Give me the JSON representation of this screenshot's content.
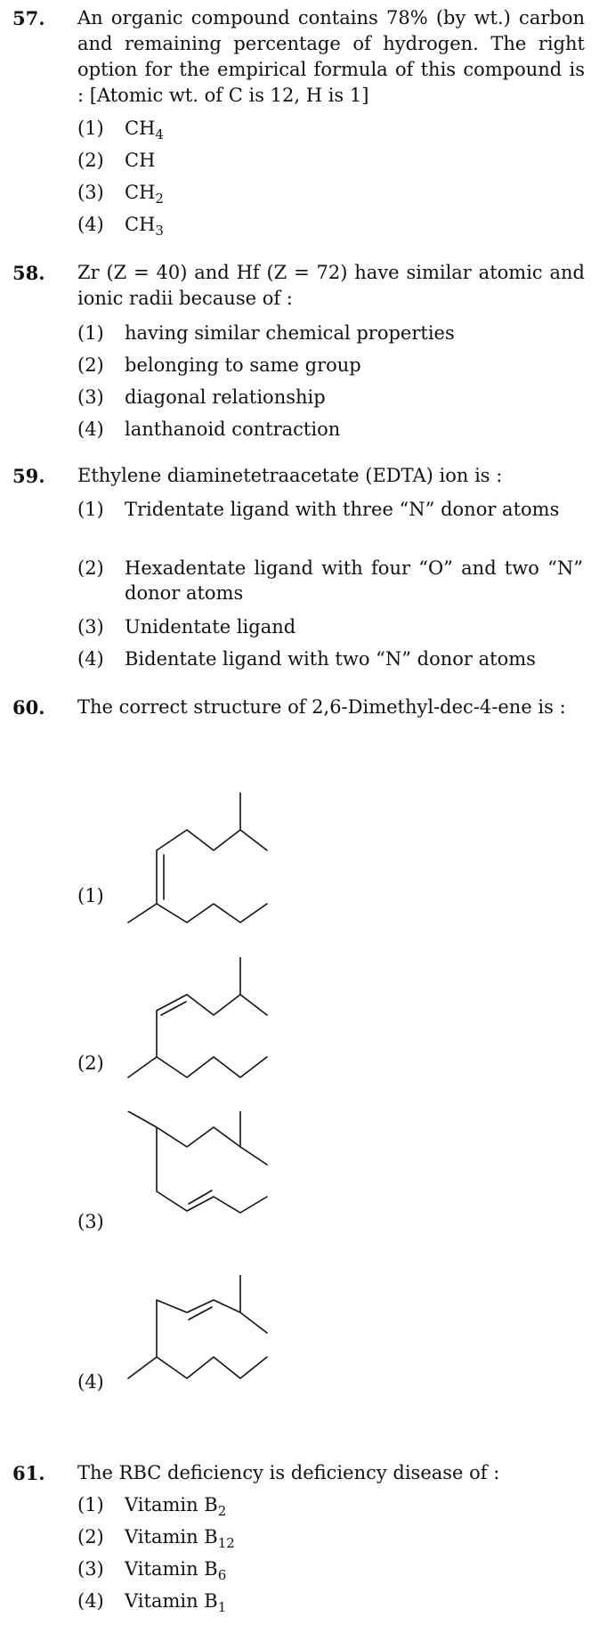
{
  "q57": {
    "number": "57.",
    "text": "An organic compound contains 78% (by wt.) carbon and remaining percentage of hydrogen. The right option for the empirical formula of this compound is : [Atomic wt. of C is 12, H is 1]",
    "options": [
      {
        "num": "(1)",
        "base": "CH",
        "sub": "4"
      },
      {
        "num": "(2)",
        "base": "CH",
        "sub": ""
      },
      {
        "num": "(3)",
        "base": "CH",
        "sub": "2"
      },
      {
        "num": "(4)",
        "base": "CH",
        "sub": "3"
      }
    ]
  },
  "q58": {
    "number": "58.",
    "text": "Zr (Z = 40) and Hf (Z = 72) have similar atomic and ionic radii because of :",
    "options": [
      {
        "num": "(1)",
        "text": "having similar chemical properties"
      },
      {
        "num": "(2)",
        "text": "belonging to same group"
      },
      {
        "num": "(3)",
        "text": "diagonal relationship"
      },
      {
        "num": "(4)",
        "text": "lanthanoid contraction"
      }
    ]
  },
  "q59": {
    "number": "59.",
    "text": "Ethylene diaminetetraacetate (EDTA) ion is :",
    "options": [
      {
        "num": "(1)",
        "text": "Tridentate ligand with three “N” donor atoms"
      },
      {
        "num": "(2)",
        "text": "Hexadentate ligand with four “O” and two “N” donor atoms"
      },
      {
        "num": "(3)",
        "text": "Unidentate ligand"
      },
      {
        "num": "(4)",
        "text": "Bidentate ligand with two “N” donor atoms"
      }
    ]
  },
  "q60": {
    "number": "60.",
    "text": "The correct structure of 2,6-Dimethyl-dec-4-ene is :",
    "options": [
      {
        "num": "(1)"
      },
      {
        "num": "(2)"
      },
      {
        "num": "(3)"
      },
      {
        "num": "(4)"
      }
    ]
  },
  "q61": {
    "number": "61.",
    "text": "The RBC deficiency is deficiency disease of :",
    "options": [
      {
        "num": "(1)",
        "base": "Vitamin B",
        "sub": "2"
      },
      {
        "num": "(2)",
        "base": "Vitamin B",
        "sub": "12"
      },
      {
        "num": "(3)",
        "base": "Vitamin B",
        "sub": "6"
      },
      {
        "num": "(4)",
        "base": "Vitamin B",
        "sub": "1"
      }
    ]
  }
}
